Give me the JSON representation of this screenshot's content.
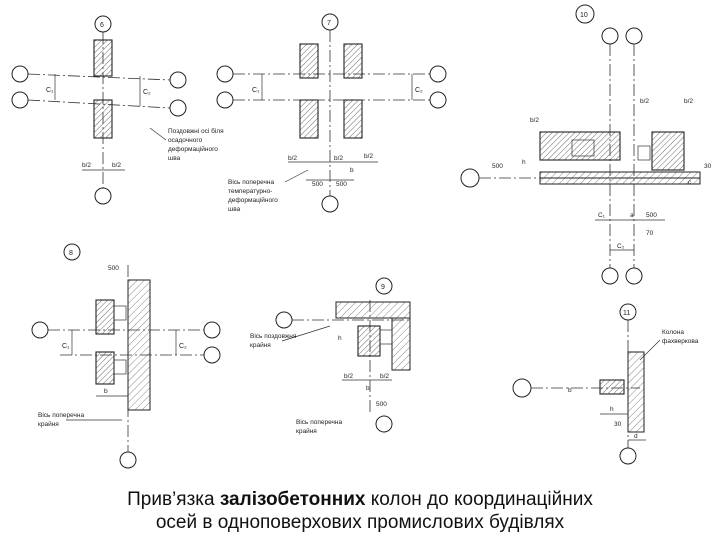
{
  "caption": {
    "line1_pre": "Прив’язка ",
    "line1_bold": "залізобетонних",
    "line1_post": " колон до координаційних",
    "line2": "осей в одноповерхових промислових будівлях"
  },
  "fig6": {
    "number": "6",
    "dims": {
      "c1": "С₁",
      "c2": "С₂",
      "b2l": "b/2",
      "b2r": "b/2"
    },
    "note": [
      "Поздовжні осі біля",
      "осадочного",
      "деформаційного",
      "шва"
    ]
  },
  "fig7": {
    "number": "7",
    "dims": {
      "c1": "С₁",
      "c2": "С₂",
      "b2a": "b/2",
      "b2b": "b/2",
      "b2c": "b/2",
      "d500a": "500",
      "d500b": "500",
      "b": "b"
    },
    "note": [
      "Вісь поперечна",
      "температурно-",
      "деформаційного",
      "шва"
    ]
  },
  "fig8": {
    "number": "8",
    "dims": {
      "d500": "500",
      "c1": "С₁",
      "c2": "С₂",
      "b": "b"
    },
    "note": [
      "Вісь поперечна",
      "крайня"
    ]
  },
  "fig9": {
    "number": "9",
    "dims": {
      "h": "h",
      "b2a": "b/2",
      "b": "b",
      "b2b": "b/2",
      "d500": "500"
    },
    "note_a": [
      "Вісь поздовжня",
      "крайня"
    ],
    "note_b": [
      "Вісь поперечна",
      "крайня"
    ]
  },
  "fig10": {
    "number": "10",
    "dims": {
      "b2a": "b/2",
      "b2b": "b/2",
      "b2c": "b/2",
      "h": "h",
      "d500": "500",
      "d30": "30",
      "c1": "С₁",
      "c2": "С₂",
      "a": "a",
      "d500b": "500",
      "d70": "70",
      "c": "c"
    }
  },
  "fig11": {
    "number": "11",
    "label": [
      "Колона",
      "фахверкова"
    ],
    "dims": {
      "b": "b",
      "h": "h",
      "d30": "30",
      "d": "d"
    }
  }
}
